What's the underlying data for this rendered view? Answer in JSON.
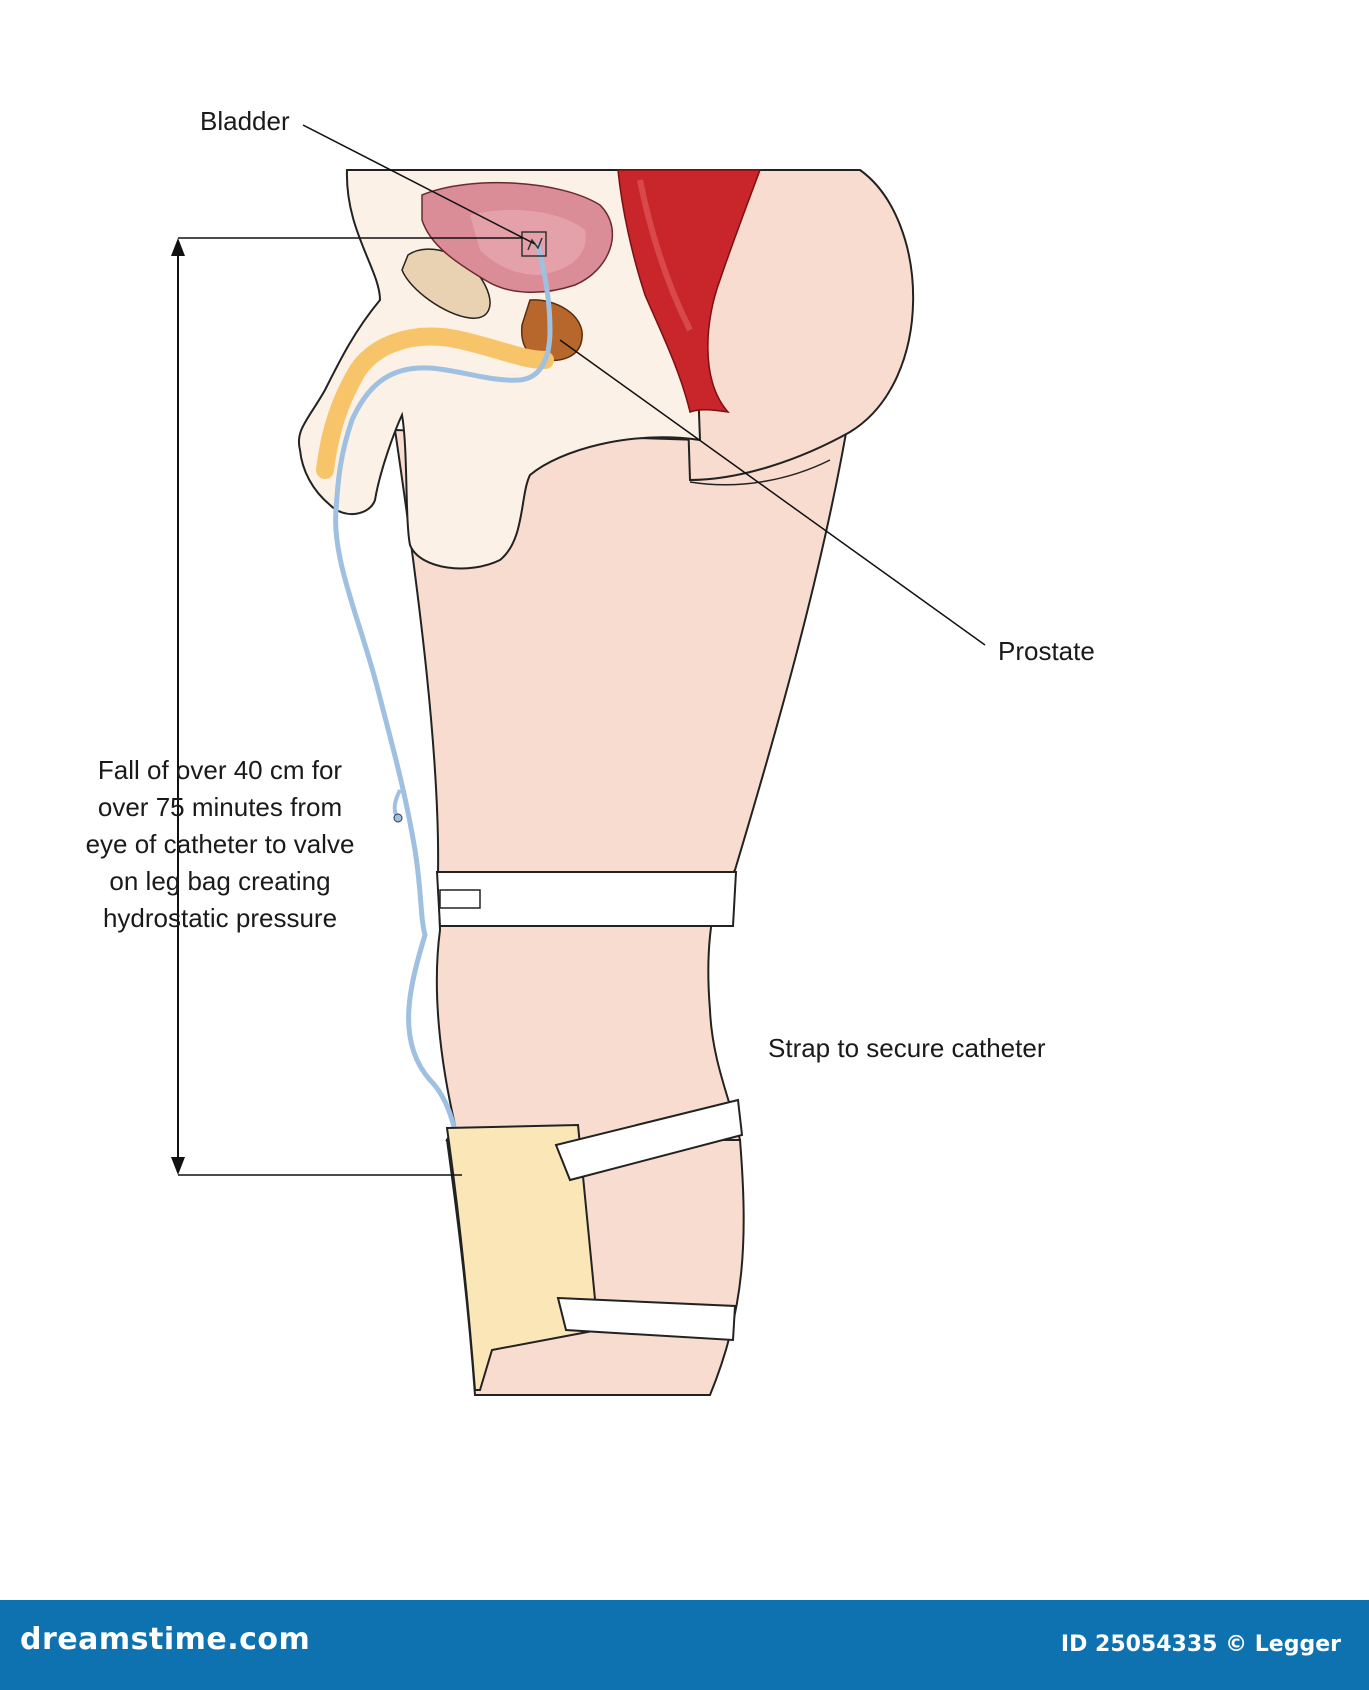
{
  "labels": {
    "bladder": "Bladder",
    "prostate": "Prostate",
    "strap": "Strap to secure catheter",
    "fall_lines": [
      "Fall of over 40 cm for",
      "over 75 minutes from",
      "eye of catheter to valve",
      "on leg bag creating",
      "hydrostatic pressure"
    ]
  },
  "footer": {
    "logo": "dreamstime.com",
    "id_text": "ID 25054335 © Legger"
  },
  "colors": {
    "skin": "#f8dccf",
    "pale_tissue": "#fbf1e6",
    "bladder": "#db8d97",
    "rectum": "#c8262a",
    "prostate": "#b8672c",
    "bone": "#e9d2b2",
    "urethra": "#f7c46a",
    "catheter": "#9fc0e0",
    "leg_bag": "#fbe6b8",
    "footer": "#0f72b0"
  }
}
